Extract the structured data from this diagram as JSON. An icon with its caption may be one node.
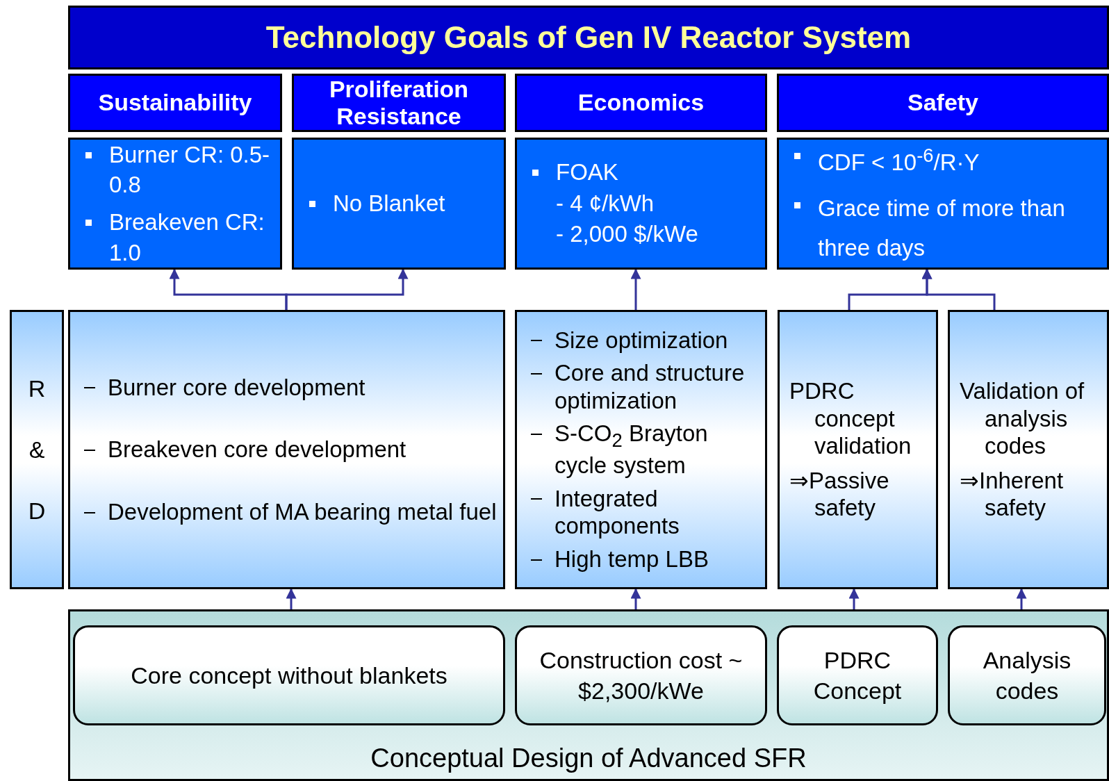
{
  "diagram": {
    "nodes": [
      {
        "text": [
          "Technology Goals of Gen IV Reactor System"
        ]
      },
      {
        "text": [
          "Sustainability"
        ]
      },
      {
        "text": [
          "Proliferation Resistance"
        ]
      },
      {
        "text": [
          "Economics"
        ]
      },
      {
        "text": [
          "Safety"
        ]
      },
      {
        "text": [
          "Burner CR: 0.5-0.8",
          "Breakeven CR: 1.0"
        ]
      },
      {
        "text": [
          "No Blanket"
        ]
      },
      {
        "text": [
          "FOAK",
          "- 4 ¢/kWh",
          "- 2,000 $/kWe"
        ]
      },
      {
        "text": [
          "CDF < 10$^{-6}$/R·Y",
          "Grace time of more than three days"
        ]
      },
      {
        "text": [
          "R & D"
        ]
      },
      {
        "text": [
          "Burner core development",
          "Breakeven core development",
          "Development of MA bearing metal fuel"
        ]
      },
      {
        "text": [
          "Size optimization",
          "Core and structure optimization",
          "S-CO$_{2}$ Brayton cycle system",
          "Integrated components",
          "High temp LBB"
        ]
      },
      {
        "text": [
          "PDRC concept validation",
          "⇒Passive safety"
        ]
      },
      {
        "text": [
          "Validation  of analysis codes",
          "⇒Inherent safety"
        ]
      },
      {
        "text": [
          "Conceptual Design of Advanced SFR"
        ]
      },
      {
        "text": [
          "Core concept without blankets"
        ],
        "in": 14
      },
      {
        "text": [
          "Construction cost ~ $2,300/kWe"
        ],
        "in": 14
      },
      {
        "text": [
          "PDRC Concept"
        ],
        "in": 14
      },
      {
        "text": [
          "Analysis codes"
        ],
        "in": 14
      }
    ],
    "edges": [
      {
        "from": 10,
        "to": 5,
        "arrow": "to"
      },
      {
        "from": 10,
        "to": 6,
        "arrow": "to"
      },
      {
        "from": 11,
        "to": 7,
        "arrow": "to"
      },
      {
        "from": 12,
        "to": 8,
        "arrow": "to"
      },
      {
        "from": 13,
        "to": 8,
        "arrow": "to"
      },
      {
        "from": 15,
        "to": 10,
        "arrow": "to"
      },
      {
        "from": 16,
        "to": 11,
        "arrow": "to"
      },
      {
        "from": 17,
        "to": 12,
        "arrow": "to"
      },
      {
        "from": 18,
        "to": 13,
        "arrow": "to"
      }
    ]
  }
}
